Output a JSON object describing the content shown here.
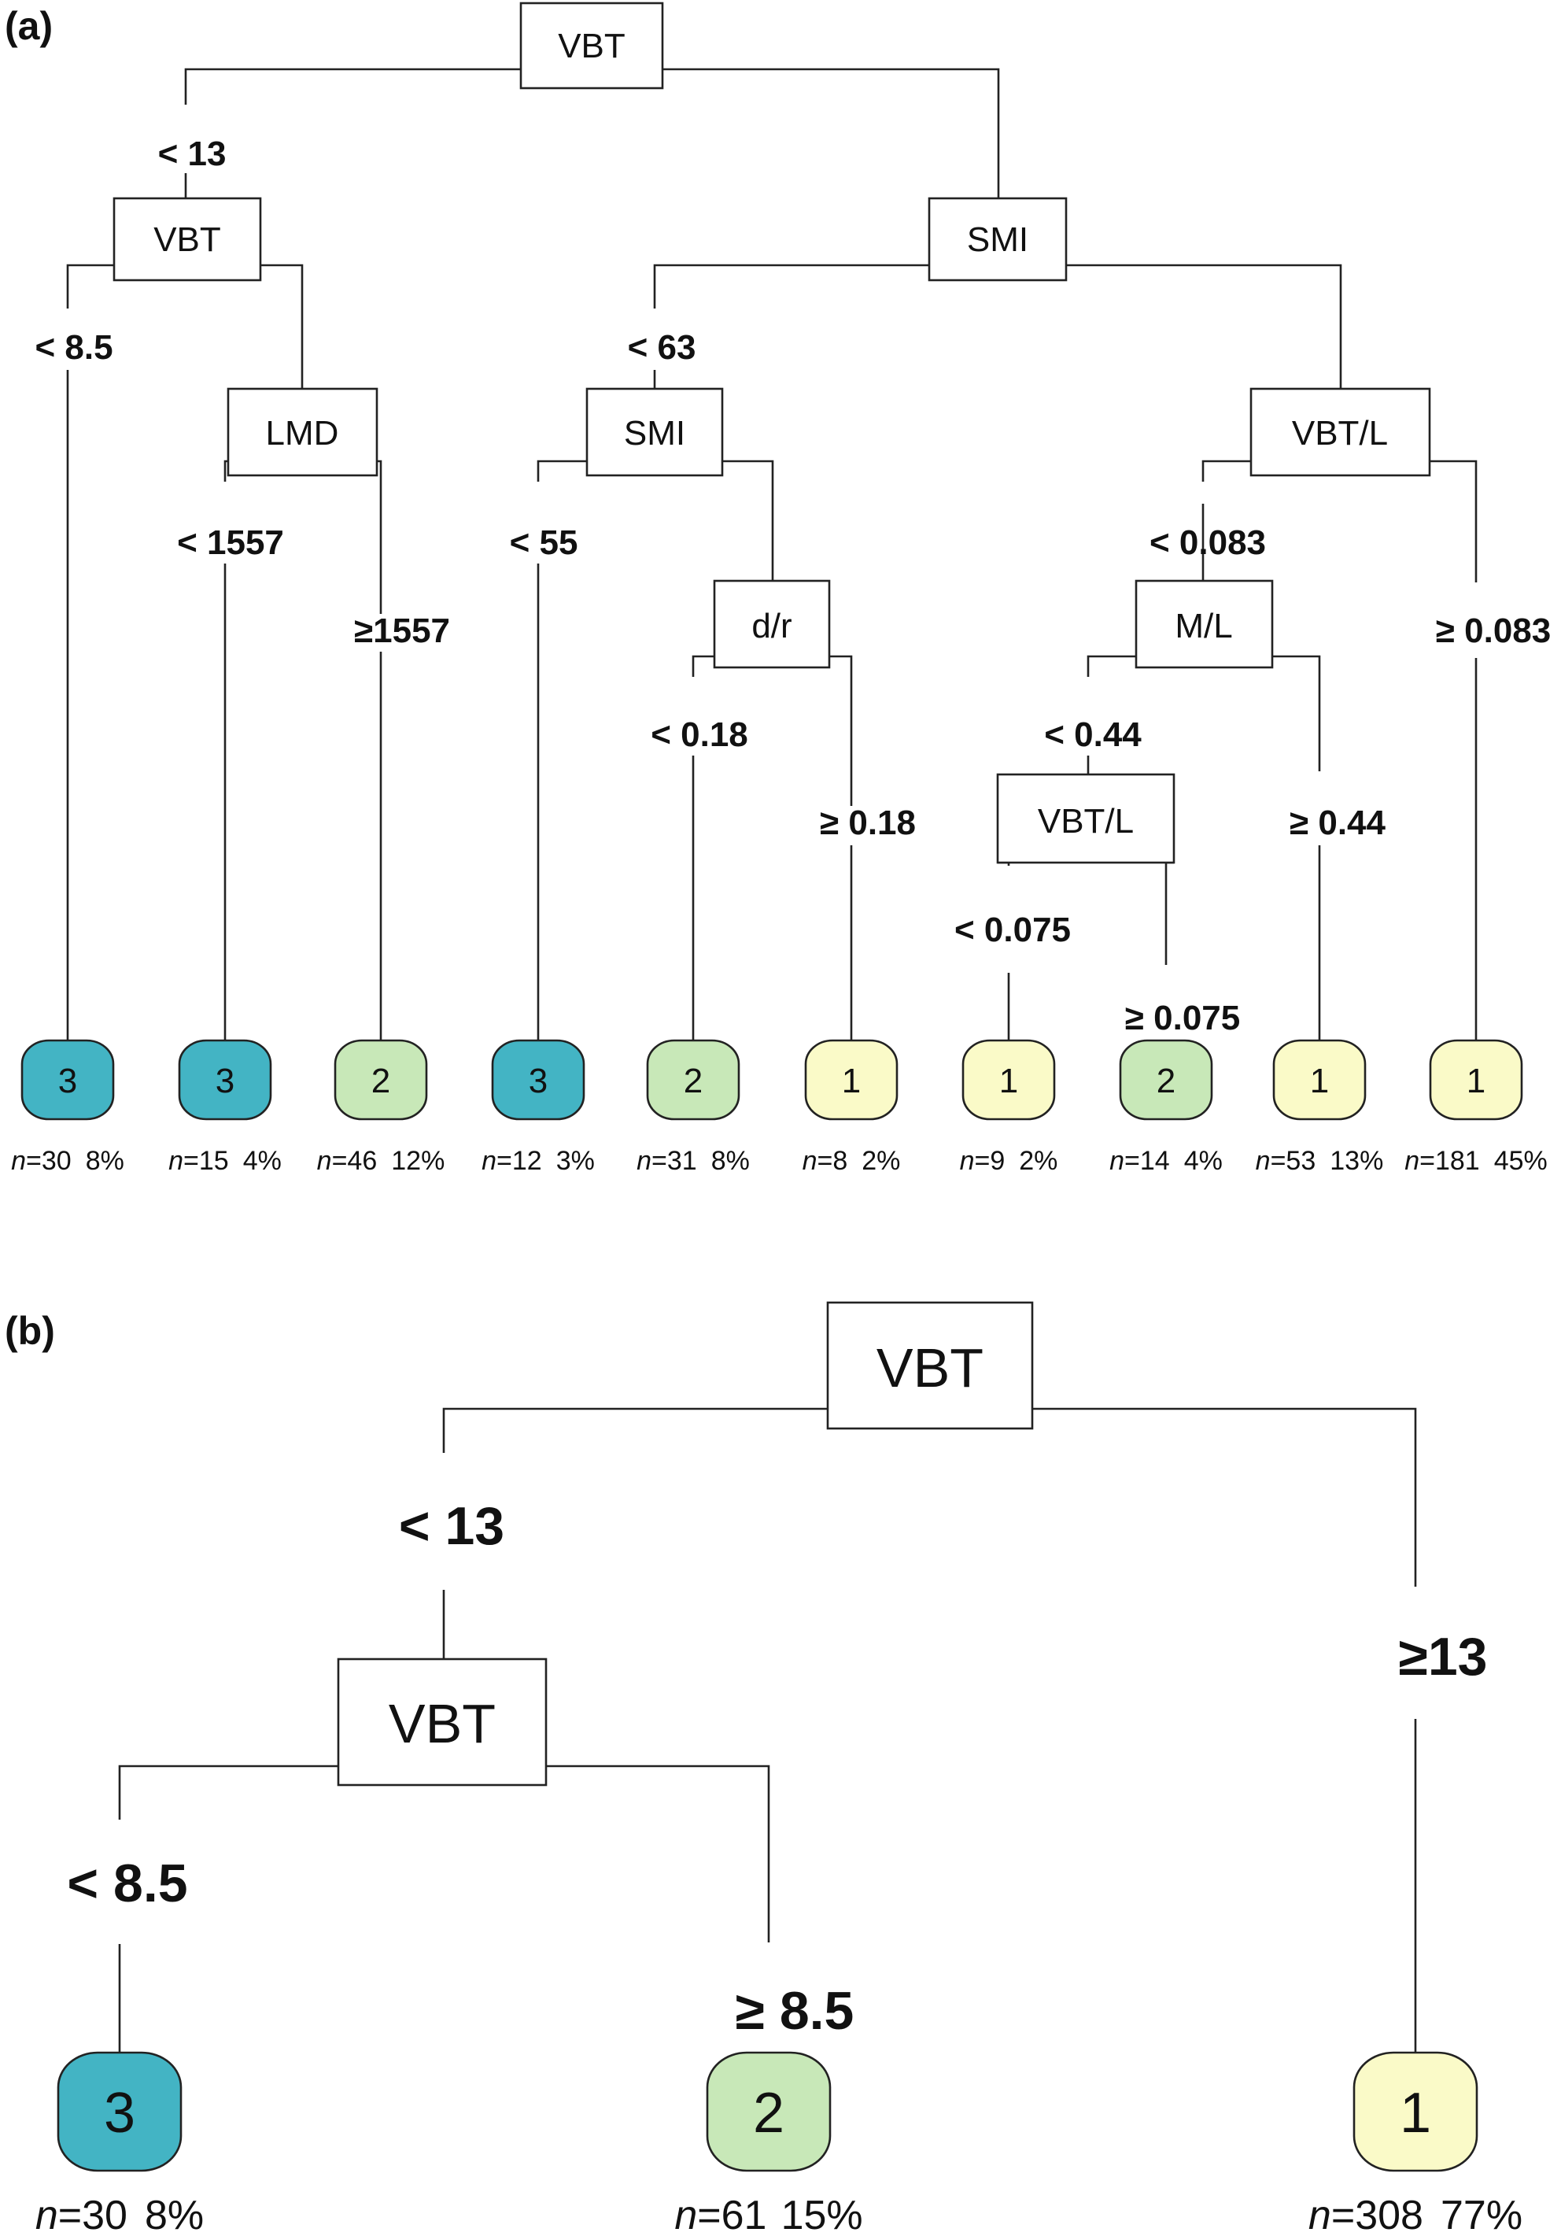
{
  "panel_a": {
    "label": "(a)",
    "nodes": {
      "a_root": "VBT",
      "a_vbt2": "VBT",
      "a_smi1": "SMI",
      "a_lmd": "LMD",
      "a_smi2": "SMI",
      "a_vbtl1": "VBT/L",
      "a_dr": "d/r",
      "a_ml": "M/L",
      "a_vbtl2": "VBT/L"
    },
    "conditions": {
      "c_lt13": "< 13",
      "c_lt85": "< 8.5",
      "c_lt63": "< 63",
      "c_lt1557": "< 1557",
      "c_ge1557": "≥1557",
      "c_lt55": "< 55",
      "c_lt0083": "< 0.083",
      "c_ge0083": "≥ 0.083",
      "c_lt018": "< 0.18",
      "c_ge018": "≥ 0.18",
      "c_lt044": "< 0.44",
      "c_ge044": "≥ 0.44",
      "c_lt0075": "< 0.075",
      "c_ge0075": "≥ 0.075"
    },
    "leaves": [
      {
        "class": "3",
        "n_label": "n",
        "n": "=30",
        "pct": "8%",
        "color": "#43b4c4"
      },
      {
        "class": "3",
        "n_label": "n",
        "n": "=15",
        "pct": "4%",
        "color": "#43b4c4"
      },
      {
        "class": "2",
        "n_label": "n",
        "n": "=46",
        "pct": "12%",
        "color": "#c8e8b8"
      },
      {
        "class": "3",
        "n_label": "n",
        "n": "=12",
        "pct": "3%",
        "color": "#43b4c4"
      },
      {
        "class": "2",
        "n_label": "n",
        "n": "=31",
        "pct": "8%",
        "color": "#c8e8b8"
      },
      {
        "class": "1",
        "n_label": "n",
        "n": "=8",
        "pct": "2%",
        "color": "#fafac8"
      },
      {
        "class": "1",
        "n_label": "n",
        "n": "=9",
        "pct": "2%",
        "color": "#fafac8"
      },
      {
        "class": "2",
        "n_label": "n",
        "n": "=14",
        "pct": "4%",
        "color": "#c8e8b8"
      },
      {
        "class": "1",
        "n_label": "n",
        "n": "=53",
        "pct": "13%",
        "color": "#fafac8"
      },
      {
        "class": "1",
        "n_label": "n",
        "n": "=181",
        "pct": "45%",
        "color": "#fafac8"
      }
    ]
  },
  "panel_b": {
    "label": "(b)",
    "nodes": {
      "b_root": "VBT",
      "b_vbt2": "VBT"
    },
    "conditions": {
      "c_lt13": "< 13",
      "c_ge13": "≥13",
      "c_lt85": "< 8.5",
      "c_ge85": "≥ 8.5"
    },
    "leaves": [
      {
        "class": "3",
        "n_label": "n",
        "n": "=30",
        "pct": "8%",
        "color": "#43b4c4"
      },
      {
        "class": "2",
        "n_label": "n",
        "n": "=61",
        "pct": "15%",
        "color": "#c8e8b8"
      },
      {
        "class": "1",
        "n_label": "n",
        "n": "=308",
        "pct": "77%",
        "color": "#fafac8"
      }
    ]
  }
}
